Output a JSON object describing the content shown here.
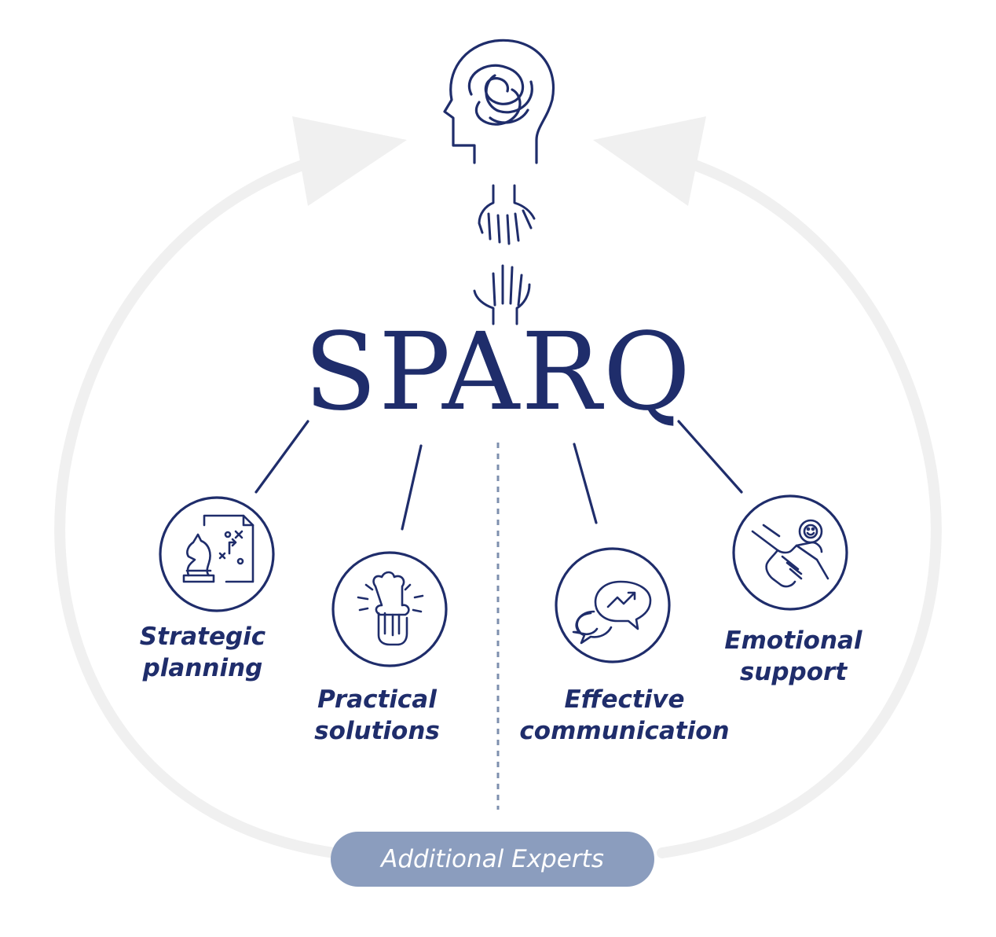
{
  "brand": {
    "name": "SPARQ"
  },
  "pillars": [
    {
      "line1": "Strategic",
      "line2": "planning",
      "icon": "strategy-chess-map-icon"
    },
    {
      "line1": "Practical",
      "line2": "solutions",
      "icon": "puzzle-hand-icon"
    },
    {
      "line1": "Effective",
      "line2": "communication",
      "icon": "chat-bubbles-icon"
    },
    {
      "line1": "Emotional",
      "line2": "support",
      "icon": "helping-hands-icon"
    }
  ],
  "footer": {
    "label": "Additional Experts"
  },
  "colors": {
    "primary": "#1f2d6b",
    "cycle": "#f0f0f0",
    "pill": "#8b9dbe",
    "divider": "#7d8fae"
  }
}
